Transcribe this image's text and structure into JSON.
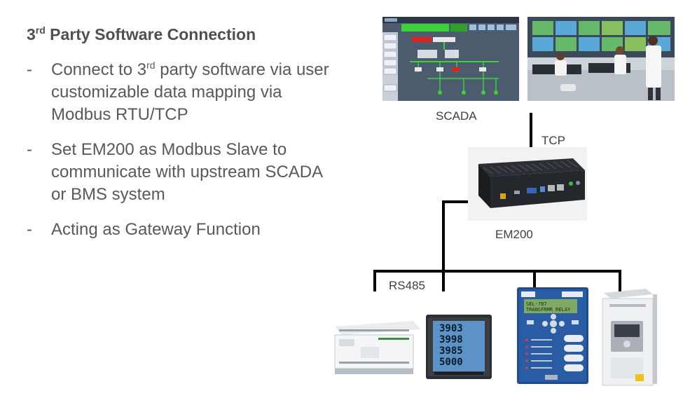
{
  "slide": {
    "title_prefix": "3",
    "title_sup": "rd",
    "title_rest": " Party Software Connection",
    "bullets": [
      {
        "dash": "-",
        "pre": "Connect to 3",
        "sup": "rd",
        "post": " party software via user customizable data mapping via Modbus RTU/TCP"
      },
      {
        "dash": "-",
        "pre": "Set EM200 as Modbus Slave to communicate with upstream SCADA or BMS system",
        "sup": "",
        "post": ""
      },
      {
        "dash": "-",
        "pre": "Acting as Gateway Function",
        "sup": "",
        "post": ""
      }
    ]
  },
  "diagram": {
    "scada_label": "SCADA",
    "tcp_label": "TCP",
    "em200_label": "EM200",
    "rs485_label": "RS485",
    "meter_readings": [
      "3903",
      "3998",
      "3985",
      "5000"
    ],
    "relay_screen_lines": [
      "SEL-787",
      "TRANSFRMR RELAY"
    ],
    "icons": [
      "scada-hmi-screenshot",
      "control-room-photo",
      "industrial-pc-icon",
      "plc-icon",
      "power-meter-icon",
      "protection-relay-icon",
      "vfd-drive-icon"
    ],
    "colors": {
      "scada_bg": "#4d5b6e",
      "scada_green": "#3bd13b",
      "relay_blue": "#1f4d8f",
      "wire": "#000000",
      "text": "#595959"
    }
  }
}
